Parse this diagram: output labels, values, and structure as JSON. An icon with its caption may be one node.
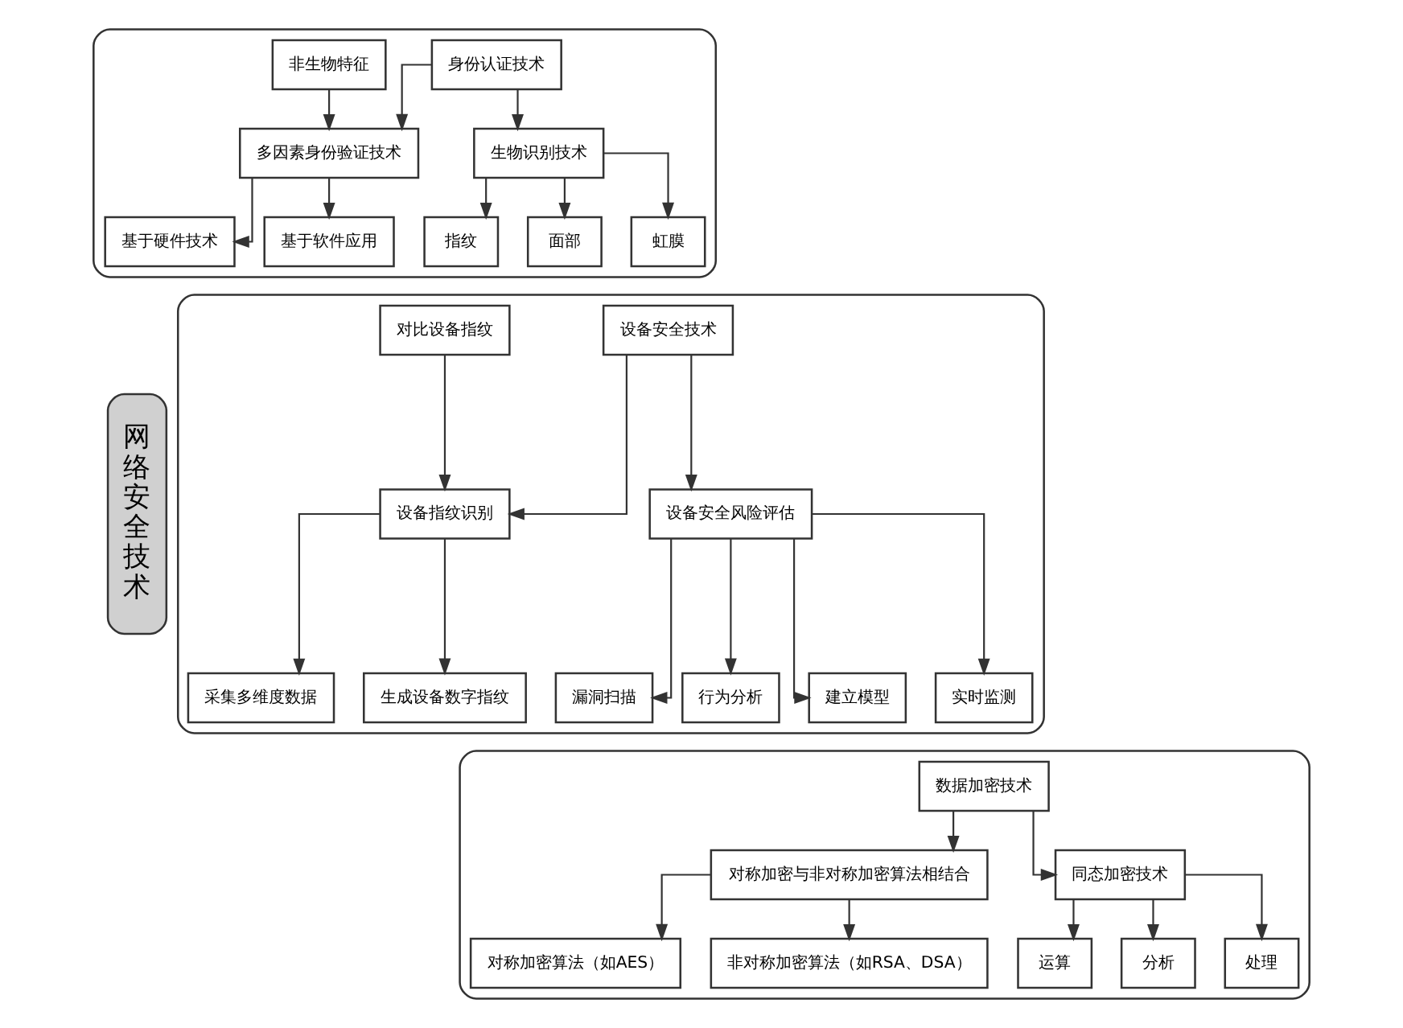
{
  "diagram": {
    "nodes": [
      {
        "text": [
          "网络安全技术"
        ]
      },
      {
        "text": [],
        "shape": "box"
      },
      {
        "text": [
          "身份认证技术"
        ],
        "in": 1
      },
      {
        "text": [
          "多因素身份验证技术"
        ],
        "in": 1
      },
      {
        "text": [
          "生物识别技术"
        ],
        "in": 1
      },
      {
        "text": [
          "基于硬件技术"
        ],
        "in": 1
      },
      {
        "text": [
          "基于软件应用"
        ],
        "in": 1
      },
      {
        "text": [
          "非生物特征"
        ],
        "in": 1
      },
      {
        "text": [
          "指纹"
        ],
        "in": 1
      },
      {
        "text": [
          "面部"
        ],
        "in": 1
      },
      {
        "text": [
          "虹膜"
        ],
        "in": 1
      },
      {
        "text": [],
        "shape": "box"
      },
      {
        "text": [
          "设备安全技术"
        ],
        "in": 11
      },
      {
        "text": [
          "设备指纹识别"
        ],
        "in": 11
      },
      {
        "text": [
          "设备安全风险评估"
        ],
        "in": 11
      },
      {
        "text": [
          "采集多维度数据"
        ],
        "in": 11
      },
      {
        "text": [
          "生成设备数字指纹"
        ],
        "in": 11
      },
      {
        "text": [
          "对比设备指纹"
        ],
        "in": 11
      },
      {
        "text": [
          "漏洞扫描"
        ],
        "in": 11
      },
      {
        "text": [
          "行为分析"
        ],
        "in": 11
      },
      {
        "text": [
          "建立模型"
        ],
        "in": 11
      },
      {
        "text": [
          "实时监测"
        ],
        "in": 11
      },
      {
        "text": [],
        "shape": "box"
      },
      {
        "text": [
          "数据加密技术"
        ],
        "in": 22
      },
      {
        "text": [
          "对称加密与非对称加密算法相结合"
        ],
        "in": 22
      },
      {
        "text": [
          "同态加密技术"
        ],
        "in": 22
      },
      {
        "text": [
          "对称加密算法（如AES）"
        ],
        "in": 22
      },
      {
        "text": [
          "非对称加密算法（如RSA、DSA）"
        ],
        "in": 22
      },
      {
        "text": [
          "运算"
        ],
        "in": 22
      },
      {
        "text": [
          "分析"
        ],
        "in": 22
      },
      {
        "text": [
          "处理"
        ],
        "in": 22
      }
    ],
    "edges": [
      {
        "from": 2,
        "to": 3,
        "arrow": "to"
      },
      {
        "from": 2,
        "to": 4,
        "arrow": "to"
      },
      {
        "from": 3,
        "to": 5,
        "arrow": "to"
      },
      {
        "from": 3,
        "to": 6,
        "arrow": "to"
      },
      {
        "from": 7,
        "to": 3,
        "arrow": "to"
      },
      {
        "from": 4,
        "to": 8,
        "arrow": "to"
      },
      {
        "from": 4,
        "to": 9,
        "arrow": "to"
      },
      {
        "from": 4,
        "to": 10,
        "arrow": "to"
      },
      {
        "from": 12,
        "to": 13,
        "arrow": "to"
      },
      {
        "from": 12,
        "to": 14,
        "arrow": "to"
      },
      {
        "from": 13,
        "to": 15,
        "arrow": "to"
      },
      {
        "from": 13,
        "to": 16,
        "arrow": "to"
      },
      {
        "from": 17,
        "to": 13,
        "arrow": "to"
      },
      {
        "from": 14,
        "to": 18,
        "arrow": "to"
      },
      {
        "from": 14,
        "to": 19,
        "arrow": "to"
      },
      {
        "from": 14,
        "to": 20,
        "arrow": "to"
      },
      {
        "from": 14,
        "to": 21,
        "arrow": "to"
      },
      {
        "from": 23,
        "to": 24,
        "arrow": "to"
      },
      {
        "from": 23,
        "to": 25,
        "arrow": "to"
      },
      {
        "from": 24,
        "to": 26,
        "arrow": "to"
      },
      {
        "from": 24,
        "to": 27,
        "arrow": "to"
      },
      {
        "from": 25,
        "to": 28,
        "arrow": "to"
      },
      {
        "from": 25,
        "to": 29,
        "arrow": "to"
      },
      {
        "from": 25,
        "to": 30,
        "arrow": "to"
      }
    ]
  }
}
